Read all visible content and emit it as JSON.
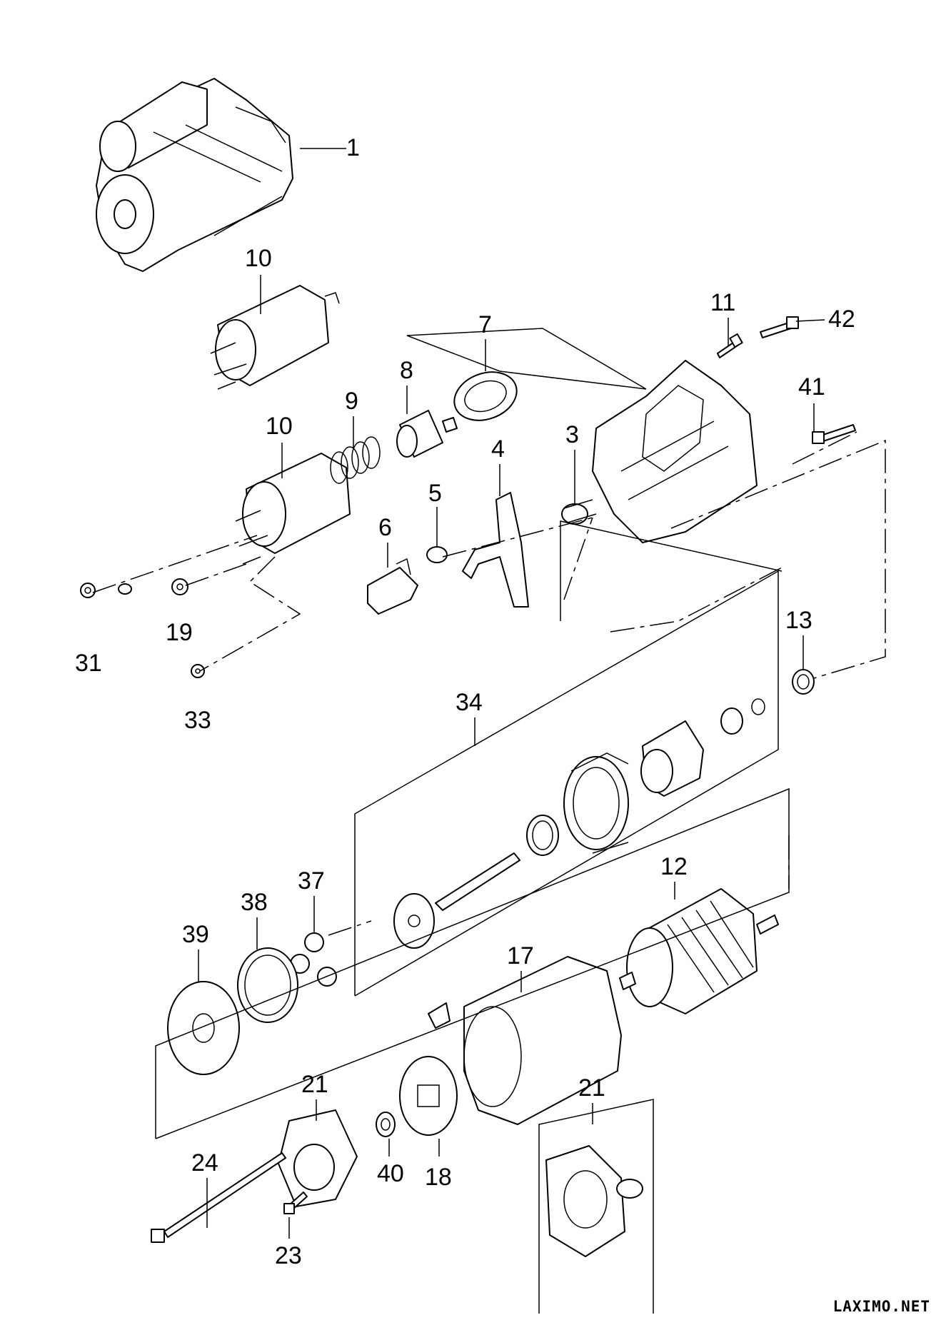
{
  "diagram": {
    "callouts": [
      "1",
      "10",
      "11",
      "42",
      "7",
      "8",
      "9",
      "10",
      "41",
      "3",
      "4",
      "5",
      "6",
      "31",
      "19",
      "33",
      "13",
      "34",
      "12",
      "37",
      "38",
      "39",
      "17",
      "21",
      "21",
      "24",
      "40",
      "18",
      "23"
    ]
  },
  "watermark": "LAXIMO.NET"
}
